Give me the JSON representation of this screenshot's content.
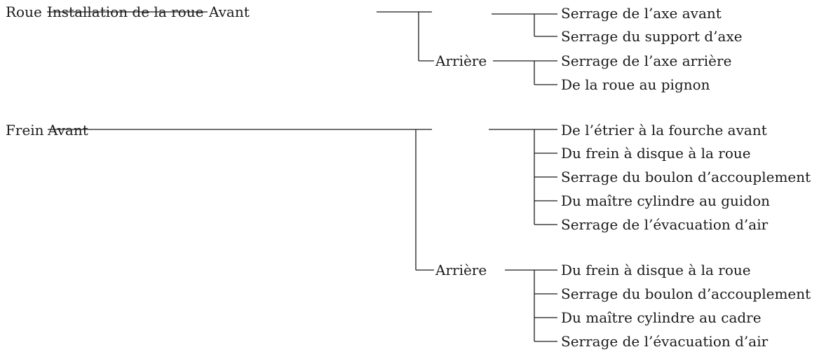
{
  "wheel": {
    "label_prefix": "Roue",
    "label_struck": "Installation de la roue",
    "front_label": "Avant",
    "rear_label": "Arrière",
    "front_items": [
      "Serrage de l’axe avant",
      "Serrage du support d’axe"
    ],
    "rear_items": [
      "Serrage de l’axe arrière",
      "De la roue au pignon"
    ]
  },
  "brake": {
    "label_prefix": "Frein",
    "label_struck": "Avant",
    "rear_label": "Arrière",
    "front_items": [
      "De l’étrier à la fourche avant",
      "Du frein à disque à la roue",
      "Serrage du boulon d’accouplement",
      "Du maître cylindre au guidon",
      "Serrage de l’évacuation d’air"
    ],
    "rear_items": [
      "Du frein à disque à la roue",
      "Serrage du boulon d’accouplement",
      "Du maître cylindre au cadre",
      "Serrage de l’évacuation d’air"
    ]
  }
}
